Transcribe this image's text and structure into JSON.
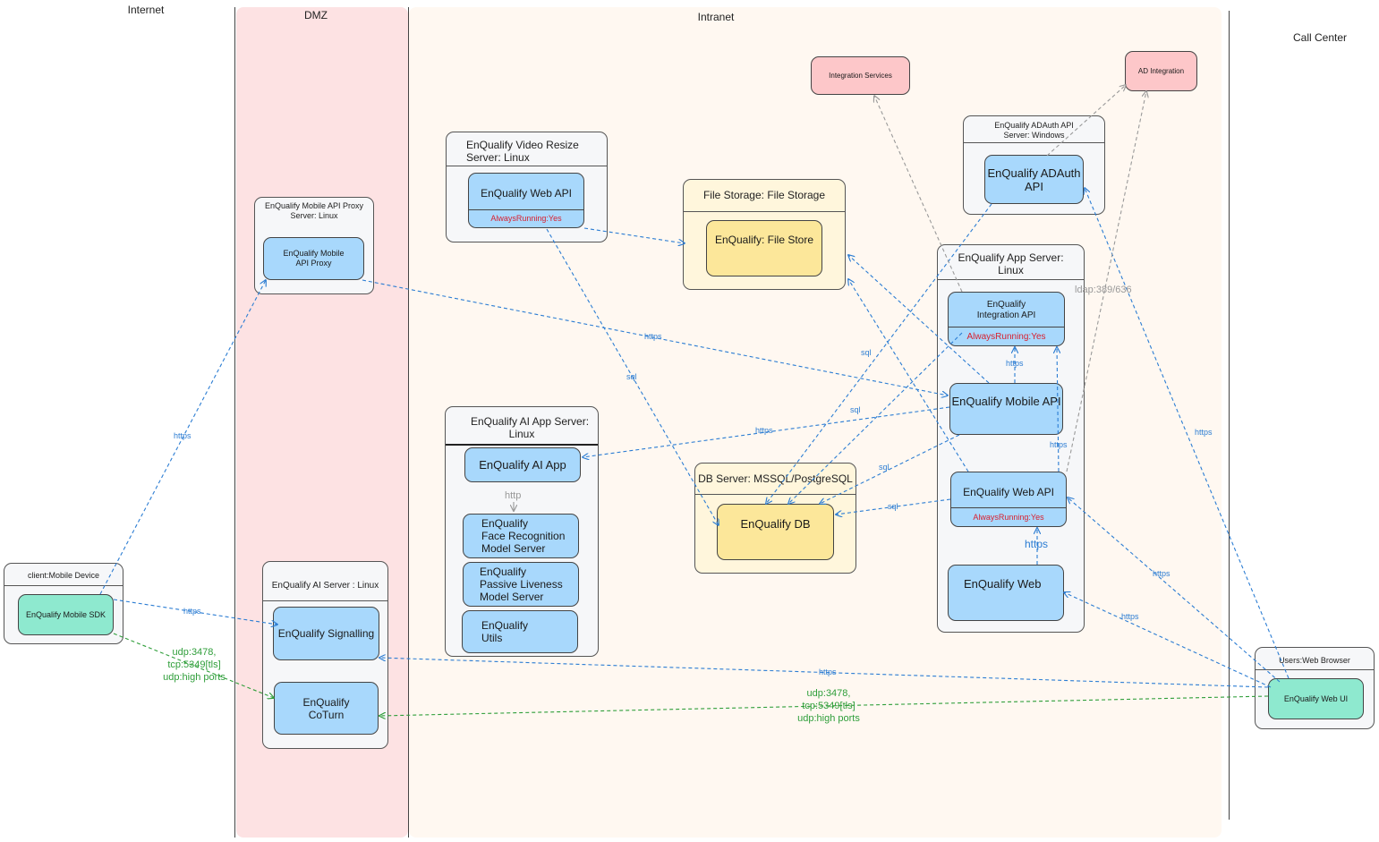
{
  "zones": {
    "internet": "Internet",
    "dmz": "DMZ",
    "intranet": "Intranet",
    "call_center": "Call Center"
  },
  "colors": {
    "dmz_bg": "#fde2e3",
    "intranet_bg": "#fff8f1",
    "component_blue": "#a8d8fc",
    "storage_yellow": "#fce79a",
    "client_green": "#8ee9cf",
    "external_pink": "#fdc7c9",
    "https_line": "#2c7dd3",
    "udp_line": "#2f9e3a",
    "ldap_line": "#999999"
  },
  "nodes": {
    "mobile_device": {
      "title": "client:Mobile Device",
      "sdk": "EnQualify Mobile SDK"
    },
    "proxy_server": {
      "title_line1": "EnQualify Mobile API Proxy",
      "title_line2": "Server: Linux",
      "proxy_line1": "EnQualify Mobile",
      "proxy_line2": "API Proxy"
    },
    "ai_server": {
      "title": "EnQualify AI Server : Linux",
      "signalling": "EnQualify Signalling",
      "coturn_line1": "EnQualify",
      "coturn_line2": "CoTurn"
    },
    "video_server": {
      "title_line1": "EnQualify Video Resize",
      "title_line2": "Server: Linux",
      "web_api": "EnQualify Web API",
      "status": "AlwaysRunning:Yes"
    },
    "file_storage": {
      "title": "File Storage: File Storage",
      "store": "EnQualify: File Store"
    },
    "ai_app_server": {
      "title_line1": "EnQualify AI App Server:",
      "title_line2": "Linux",
      "ai_app": "EnQualify AI App",
      "http_label": "http",
      "face_line1": "EnQualify",
      "face_line2": "Face Recognition",
      "face_line3": "Model Server",
      "liveness_line1": "EnQualify",
      "liveness_line2": "Passive Liveness",
      "liveness_line3": "Model Server",
      "utils_line1": "EnQualify",
      "utils_line2": "Utils"
    },
    "db_server": {
      "title": "DB Server: MSSQL/PostgreSQL",
      "db": "EnQualify DB"
    },
    "integration_services": "Integration Services",
    "ad_integration": "AD Integration",
    "adauth_server": {
      "title_line1": "EnQualify ADAuth API",
      "title_line2": "Server: Windows",
      "api_line1": "EnQualify ADAuth",
      "api_line2": "API"
    },
    "app_server": {
      "title_line1": "EnQualify App Server:",
      "title_line2": "Linux",
      "integration_line1": "EnQualify",
      "integration_line2": "Integration API",
      "integration_status": "AlwaysRunning:Yes",
      "mobile_api": "EnQualify Mobile API",
      "web_api": "EnQualify Web API",
      "web_api_status": "AlwaysRunning:Yes",
      "web": "EnQualify Web"
    },
    "web_browser": {
      "title": "Users:Web Browser",
      "web_ui": "EnQualify Web UI"
    }
  },
  "connection_labels": {
    "https": "https",
    "sql": "sql",
    "ldap": "ldap:389/636",
    "udp_line1": "udp:3478,",
    "udp_line2": "tcp:5349[tls]",
    "udp_line3": "udp:high ports"
  }
}
